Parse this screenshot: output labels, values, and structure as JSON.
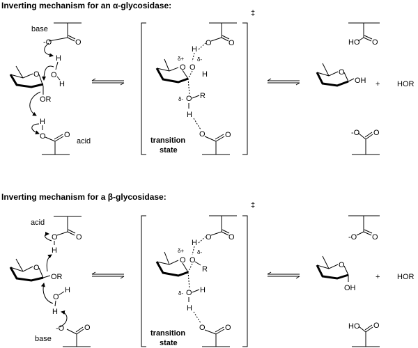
{
  "alpha": {
    "title": "Inverting mechanism for an α-glycosidase:",
    "base_label": "base",
    "acid_label": "acid",
    "o_minus": "-O",
    "o": "O",
    "h": "H",
    "or": "OR",
    "ts_label_1": "transition",
    "ts_label_2": "state",
    "delta_plus": "δ+",
    "delta_minus": "δ-",
    "r": "R",
    "dagger": "‡",
    "product_acid": "HO",
    "product_oh": "OH",
    "plus": "+",
    "hor": "HOR"
  },
  "beta": {
    "title": "Inverting mechanism for a β-glycosidase:",
    "base_label": "base",
    "acid_label": "acid",
    "o_minus": "-O",
    "o": "O",
    "h": "H",
    "or": "OR",
    "ts_label_1": "transition",
    "ts_label_2": "state",
    "delta_plus": "δ+",
    "delta_minus": "δ-",
    "r": "R",
    "dagger": "‡",
    "product_acid": "HO",
    "product_oh": "OH",
    "plus": "+",
    "hor": "HOR"
  }
}
